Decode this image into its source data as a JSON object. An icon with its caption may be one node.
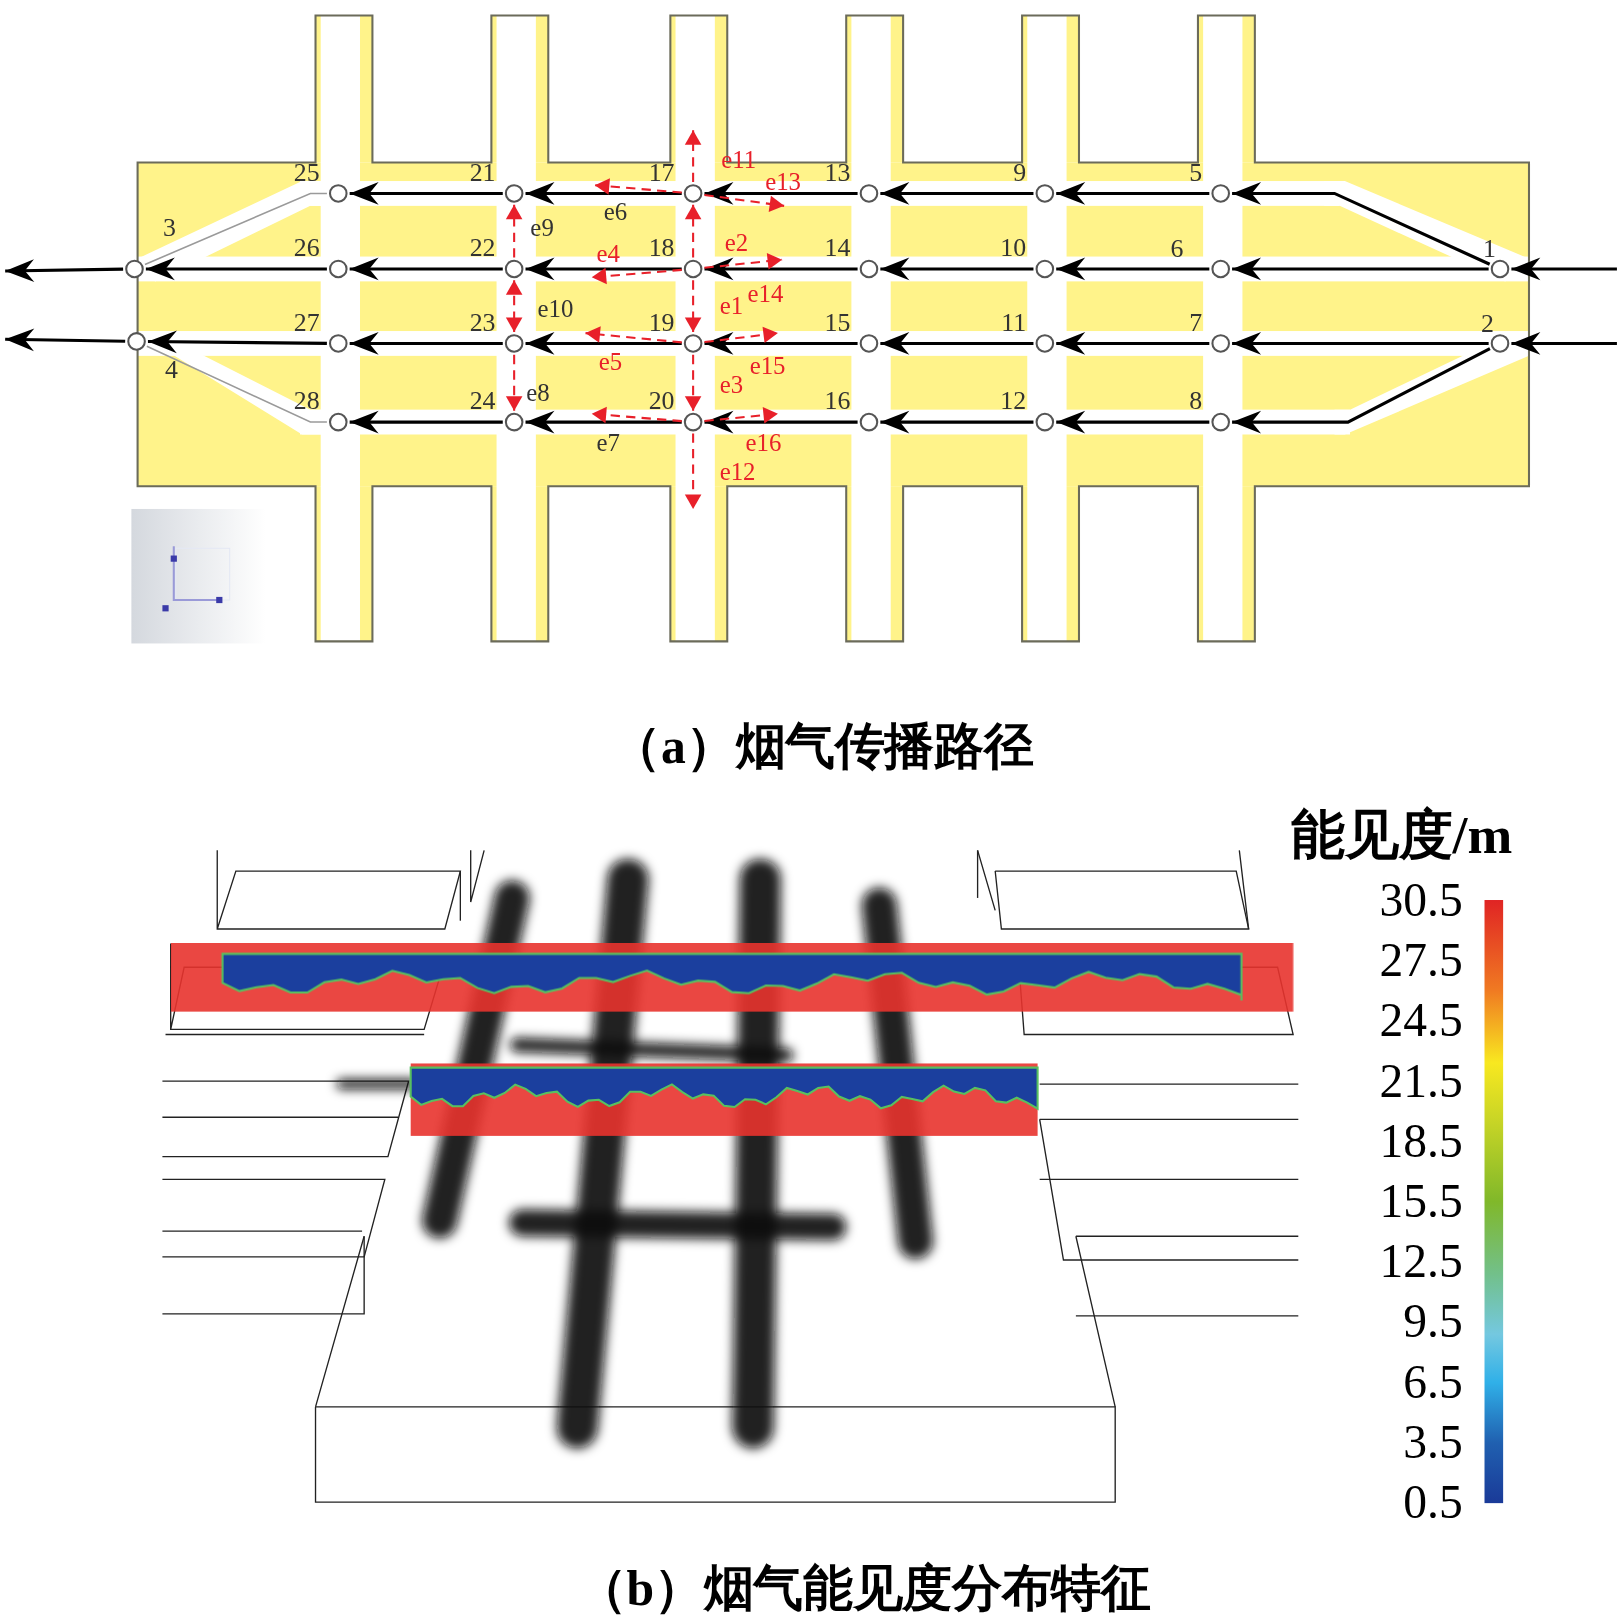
{
  "diagram": {
    "nodes": [
      {
        "text": [
          "1"
        ]
      },
      {
        "text": [
          "2"
        ]
      },
      {
        "text": [
          "3"
        ]
      },
      {
        "text": [
          "4"
        ]
      },
      {
        "text": [
          "5"
        ]
      },
      {
        "text": [
          "6"
        ]
      },
      {
        "text": [
          "7"
        ]
      },
      {
        "text": [
          "8"
        ]
      },
      {
        "text": [
          "9"
        ]
      },
      {
        "text": [
          "10"
        ]
      },
      {
        "text": [
          "11"
        ]
      },
      {
        "text": [
          "12"
        ]
      },
      {
        "text": [
          "13"
        ]
      },
      {
        "text": [
          "14"
        ]
      },
      {
        "text": [
          "15"
        ]
      },
      {
        "text": [
          "16"
        ]
      },
      {
        "text": [
          "17"
        ]
      },
      {
        "text": [
          "18"
        ]
      },
      {
        "text": [
          "19"
        ]
      },
      {
        "text": [
          "20"
        ]
      },
      {
        "text": [
          "21"
        ]
      },
      {
        "text": [
          "22"
        ]
      },
      {
        "text": [
          "23"
        ]
      },
      {
        "text": [
          "24"
        ]
      },
      {
        "text": [
          "25"
        ]
      },
      {
        "text": [
          "26"
        ]
      },
      {
        "text": [
          "27"
        ]
      },
      {
        "text": [
          "28"
        ]
      }
    ],
    "edges": [
      {
        "from": 0,
        "to": 4,
        "arrow": "to"
      },
      {
        "from": 4,
        "to": 8,
        "arrow": "to"
      },
      {
        "from": 8,
        "to": 12,
        "arrow": "to"
      },
      {
        "from": 12,
        "to": 16,
        "arrow": "to"
      },
      {
        "from": 16,
        "to": 20,
        "arrow": "to"
      },
      {
        "from": 20,
        "to": 24,
        "arrow": "to"
      },
      {
        "from": 24,
        "to": 2,
        "arrow": "none",
        "color": "#9a9a9a"
      },
      {
        "from": null,
        "to": 0,
        "arrow": "to"
      },
      {
        "from": 0,
        "to": 5,
        "arrow": "to"
      },
      {
        "from": 5,
        "to": 9,
        "arrow": "to"
      },
      {
        "from": 9,
        "to": 13,
        "arrow": "to"
      },
      {
        "from": 13,
        "to": 17,
        "arrow": "to"
      },
      {
        "from": 17,
        "to": 21,
        "arrow": "to"
      },
      {
        "from": 21,
        "to": 25,
        "arrow": "to"
      },
      {
        "from": 25,
        "to": 2,
        "arrow": "to"
      },
      {
        "from": 2,
        "to": null,
        "arrow": "to"
      },
      {
        "from": null,
        "to": 1,
        "arrow": "to"
      },
      {
        "from": 1,
        "to": 6,
        "arrow": "to"
      },
      {
        "from": 6,
        "to": 10,
        "arrow": "to"
      },
      {
        "from": 10,
        "to": 14,
        "arrow": "to"
      },
      {
        "from": 14,
        "to": 18,
        "arrow": "to"
      },
      {
        "from": 18,
        "to": 22,
        "arrow": "to"
      },
      {
        "from": 22,
        "to": 26,
        "arrow": "to"
      },
      {
        "from": 26,
        "to": 3,
        "arrow": "to"
      },
      {
        "from": 3,
        "to": null,
        "arrow": "to"
      },
      {
        "from": 1,
        "to": 7,
        "arrow": "to"
      },
      {
        "from": 7,
        "to": 11,
        "arrow": "to"
      },
      {
        "from": 11,
        "to": 15,
        "arrow": "to"
      },
      {
        "from": 15,
        "to": 19,
        "arrow": "to"
      },
      {
        "from": 19,
        "to": 23,
        "arrow": "to"
      },
      {
        "from": 23,
        "to": 27,
        "arrow": "to"
      },
      {
        "from": 27,
        "to": 3,
        "arrow": "none",
        "color": "#9a9a9a"
      },
      {
        "from": 17,
        "to": 18,
        "arrow": "to",
        "label": "e1",
        "style": "dashed",
        "color": "#e8202a"
      },
      {
        "from": 17,
        "to": 16,
        "arrow": "to",
        "label": "e2",
        "style": "dashed",
        "color": "#e8202a"
      },
      {
        "from": 18,
        "to": 19,
        "arrow": "to",
        "label": "e3",
        "style": "dashed",
        "color": "#e8202a"
      },
      {
        "from": 17,
        "to": null,
        "arrow": "to",
        "label": "e4",
        "style": "dashed",
        "color": "#e8202a"
      },
      {
        "from": 18,
        "to": null,
        "arrow": "to",
        "label": "e5",
        "style": "dashed",
        "color": "#e8202a"
      },
      {
        "from": 16,
        "to": null,
        "arrow": "to",
        "label": "e6",
        "style": "dashed",
        "color": "#e8202a"
      },
      {
        "from": 19,
        "to": null,
        "arrow": "to",
        "label": "e7",
        "style": "dashed",
        "color": "#e8202a"
      },
      {
        "from": 22,
        "to": 23,
        "arrow": "to",
        "label": "e8",
        "style": "dashed",
        "color": "#e8202a"
      },
      {
        "from": 21,
        "to": 20,
        "arrow": "to",
        "label": "e9",
        "style": "dashed",
        "color": "#e8202a"
      },
      {
        "from": 21,
        "to": 22,
        "arrow": "both",
        "label": "e10",
        "style": "dashed",
        "color": "#e8202a"
      },
      {
        "from": 16,
        "to": null,
        "arrow": "to",
        "label": "e11",
        "style": "dashed",
        "color": "#e8202a"
      },
      {
        "from": 19,
        "to": null,
        "arrow": "to",
        "label": "e12",
        "style": "dashed",
        "color": "#e8202a"
      },
      {
        "from": 16,
        "to": null,
        "arrow": "to",
        "label": "e13",
        "style": "dashed",
        "color": "#e8202a"
      },
      {
        "from": 17,
        "to": null,
        "arrow": "to",
        "label": "e14",
        "style": "dashed",
        "color": "#e8202a"
      },
      {
        "from": 18,
        "to": null,
        "arrow": "to",
        "label": "e15",
        "style": "dashed",
        "color": "#e8202a"
      },
      {
        "from": 19,
        "to": null,
        "arrow": "to",
        "label": "e16",
        "style": "dashed",
        "color": "#e8202a"
      }
    ],
    "labels": [
      "（a）烟气传播路径",
      "能见度/m",
      "30.5",
      "27.5",
      "24.5",
      "21.5",
      "18.5",
      "15.5",
      "12.5",
      "9.5",
      "6.5",
      "3.5",
      "0.5",
      "（b）烟气能见度分布特征"
    ]
  }
}
